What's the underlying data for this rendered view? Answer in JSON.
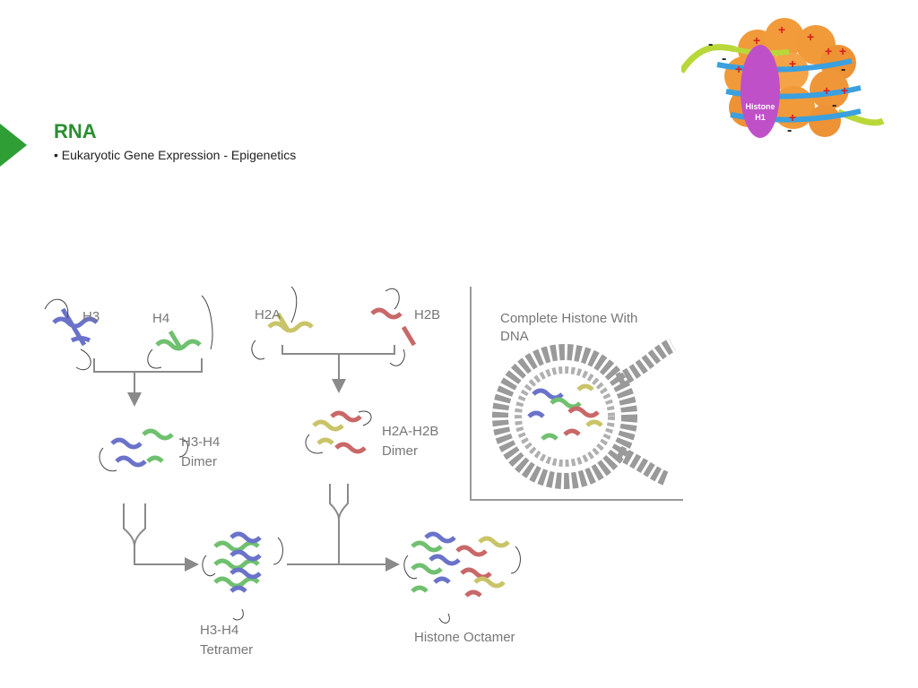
{
  "slide": {
    "title": "RNA",
    "bullet": "• Eukaryotic Gene Expression - Epigenetics"
  },
  "hero_image": {
    "histone_label_line1": "Histone",
    "histone_label_line2": "H1",
    "plus": "+",
    "minus": "-"
  },
  "diagram": {
    "labels": {
      "h3": "H3",
      "h4": "H4",
      "h2a": "H2A",
      "h2b": "H2B",
      "h3h4_dimer_line1": "H3-H4",
      "h3h4_dimer_line2": "Dimer",
      "h2ah2b_dimer_line1": "H2A-H2B",
      "h2ah2b_dimer_line2": "Dimer",
      "tetramer_line1": "H3-H4",
      "tetramer_line2": "Tetramer",
      "octamer": "Histone Octamer",
      "complete_line1": "Complete Histone With",
      "complete_line2": "DNA"
    },
    "colors": {
      "h3": "#6a73c9",
      "h4": "#6fc06f",
      "h2a": "#c9c468",
      "h2b": "#c96868",
      "arrow": "#8a8a8a",
      "dna": "#9a9a9a"
    }
  }
}
